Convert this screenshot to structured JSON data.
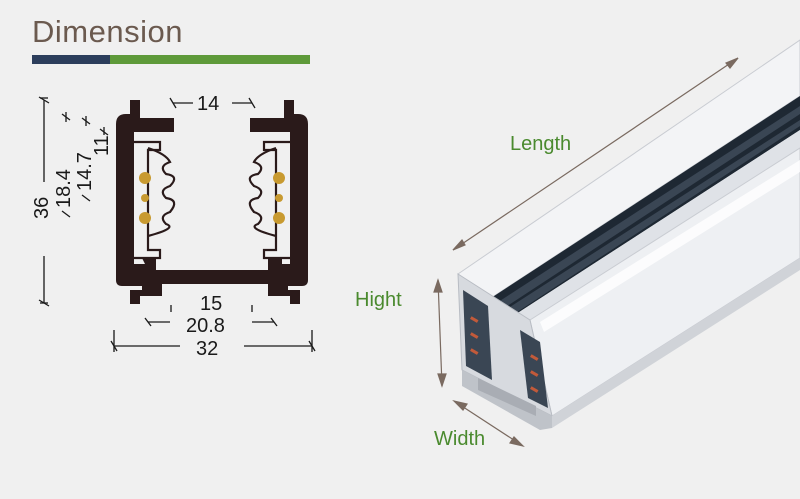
{
  "header": {
    "title": "Dimension"
  },
  "cross_section": {
    "dims": {
      "top_gap": "14",
      "h_36": "36",
      "h_18_4": "18.4",
      "h_14_7": "14.7",
      "h_11": "11",
      "w_15": "15",
      "w_20_8": "20.8",
      "w_32": "32"
    }
  },
  "product": {
    "labels": {
      "length": "Length",
      "height": "Hight",
      "width": "Width"
    }
  },
  "colors": {
    "title": "#6b5a4f",
    "accent_green": "#5e9a3a",
    "accent_navy": "#2c3e5c",
    "profile": "#2a1a1a",
    "contact": "#c89a30",
    "label_green": "#4a8a2e"
  }
}
